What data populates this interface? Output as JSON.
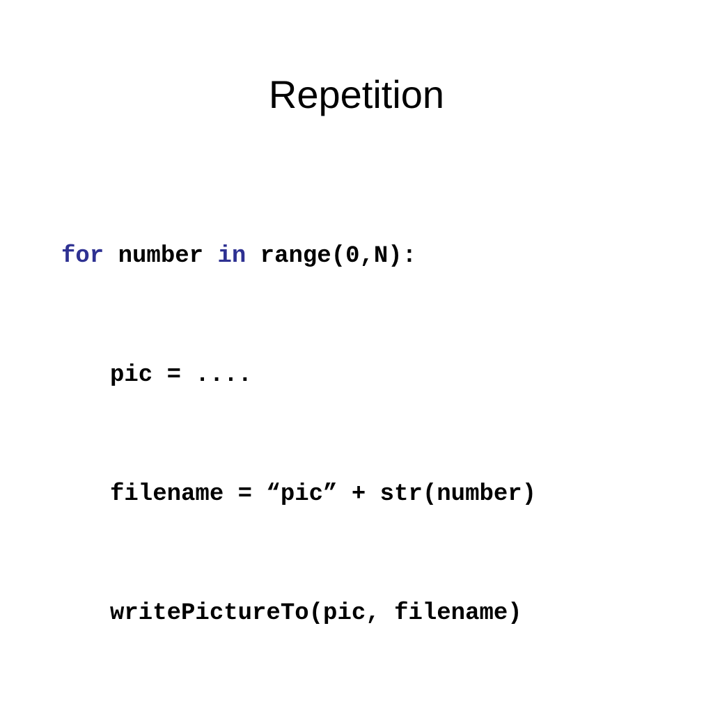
{
  "slide": {
    "title": "Repetition",
    "colors": {
      "keyword": "#2e3192",
      "text": "#000000",
      "background": "#ffffff"
    },
    "code": {
      "line1": {
        "kw_for": "for",
        "part_number": " number ",
        "kw_in": "in",
        "part_range": " range(0,N):"
      },
      "line2": "pic = ....",
      "line3": "filename = “pic” + str(number)",
      "line4": "writePictureTo(pic, filename)"
    }
  }
}
